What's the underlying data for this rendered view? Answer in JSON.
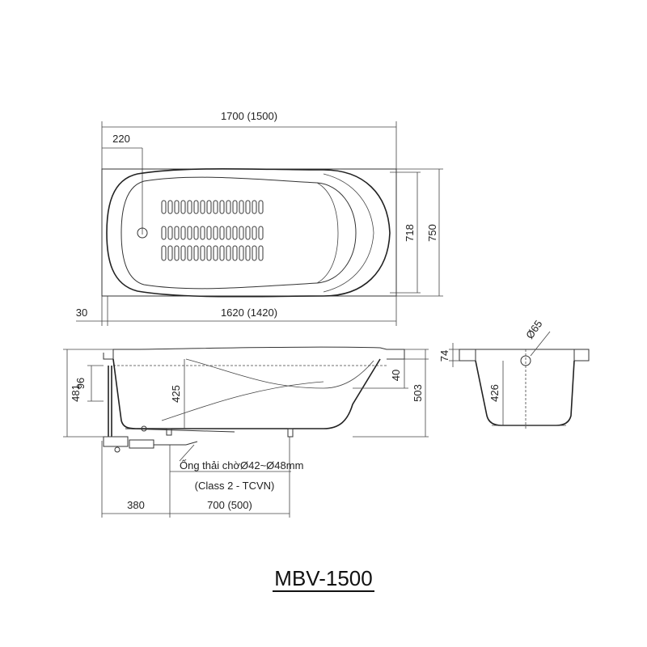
{
  "model": "MBV-1500",
  "top_view": {
    "overall_length": "1700 (1500)",
    "drain_offset": "220",
    "inner_width": "718",
    "outer_width": "750",
    "lip": "30",
    "inner_length": "1620 (1420)"
  },
  "side_view": {
    "height_total": "481",
    "overflow_height": "96",
    "depth": "425",
    "rim_height": "40",
    "height_outer": "503",
    "pipe_note": "Ống thải chờØ42~Ø48mm",
    "pipe_standard": "(Class 2 - TCVN)",
    "drain_distance": "380",
    "support_distance": "700 (500)"
  },
  "end_view": {
    "rim": "74",
    "depth": "426",
    "drain_diameter": "Ø65"
  }
}
